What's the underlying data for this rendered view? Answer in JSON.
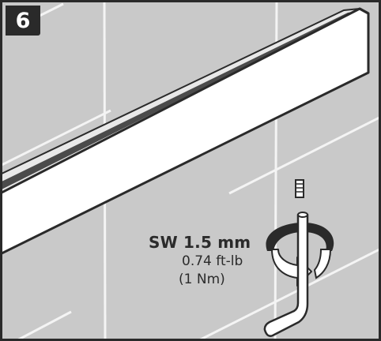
{
  "step": {
    "number": "6"
  },
  "spec": {
    "wrench_size": "SW 1.5 mm",
    "torque_imperial": "0.74 ft-lb",
    "torque_metric": "(1 Nm)"
  },
  "icons": [
    "set-screw-icon",
    "allen-key-icon",
    "rotation-arrow-icon"
  ],
  "colors": {
    "background": "#c9c9c9",
    "rail": "#ffffff",
    "outline": "#2a2a2a",
    "grout": "#f4f4f4"
  }
}
